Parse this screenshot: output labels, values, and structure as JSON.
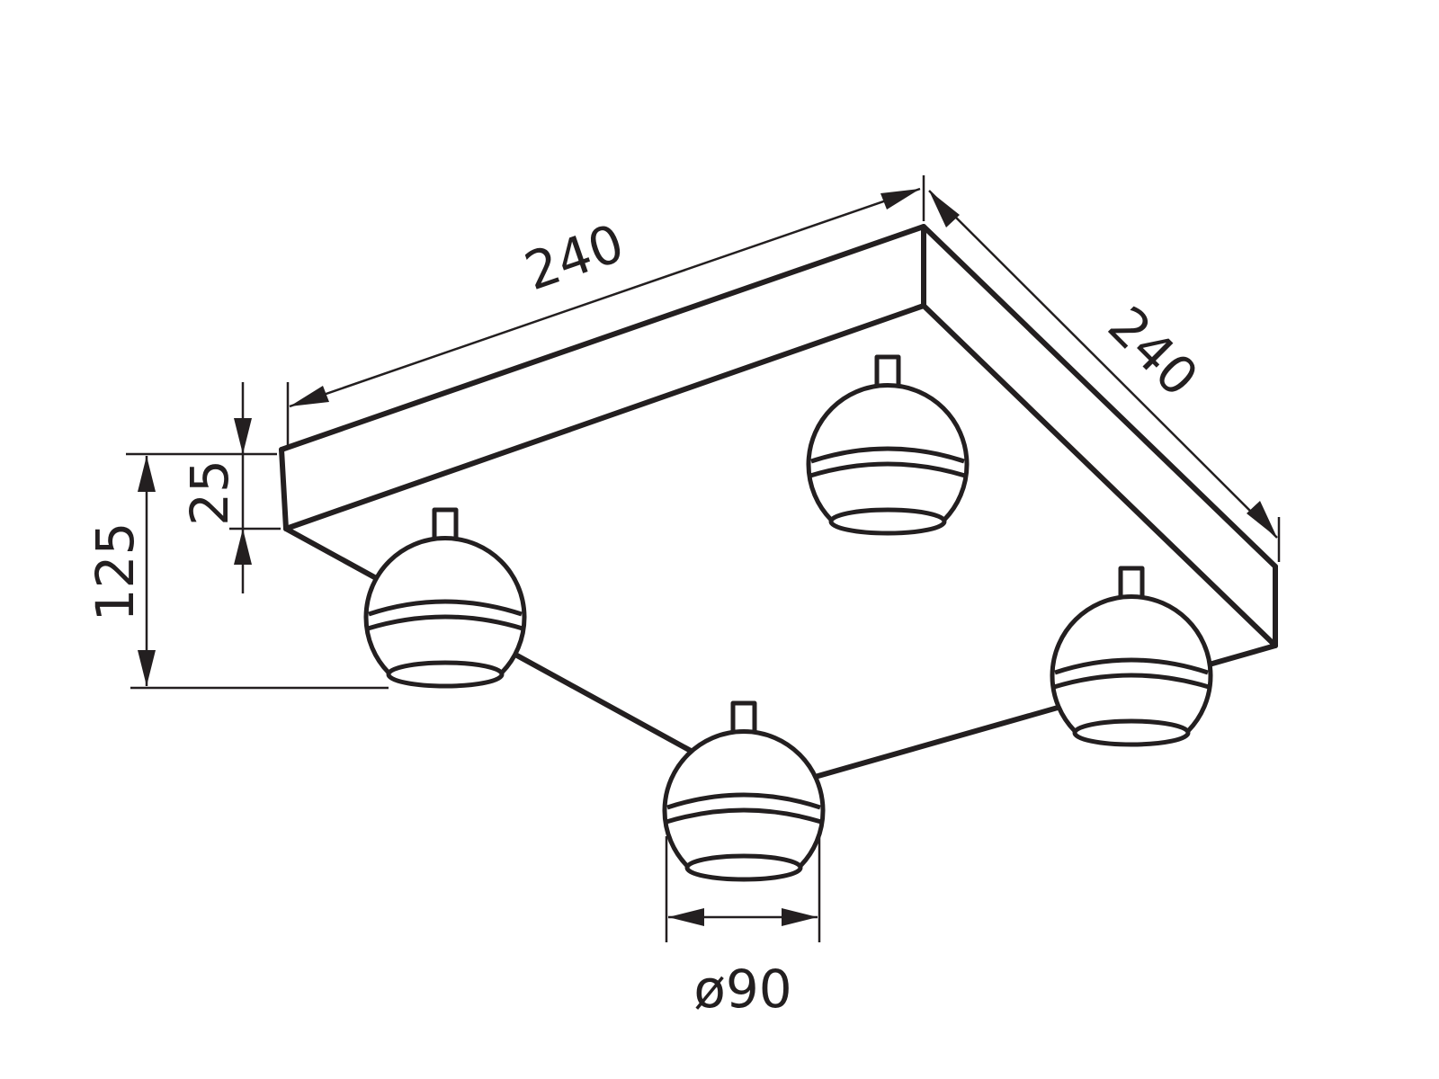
{
  "drawing": {
    "stroke_color": "#231f20",
    "background": "#ffffff",
    "dimensions": {
      "width_left": "240",
      "width_right": "240",
      "base_thickness": "25",
      "total_height": "125",
      "lamp_diameter": "ø90"
    },
    "spotlight_count": 4
  }
}
